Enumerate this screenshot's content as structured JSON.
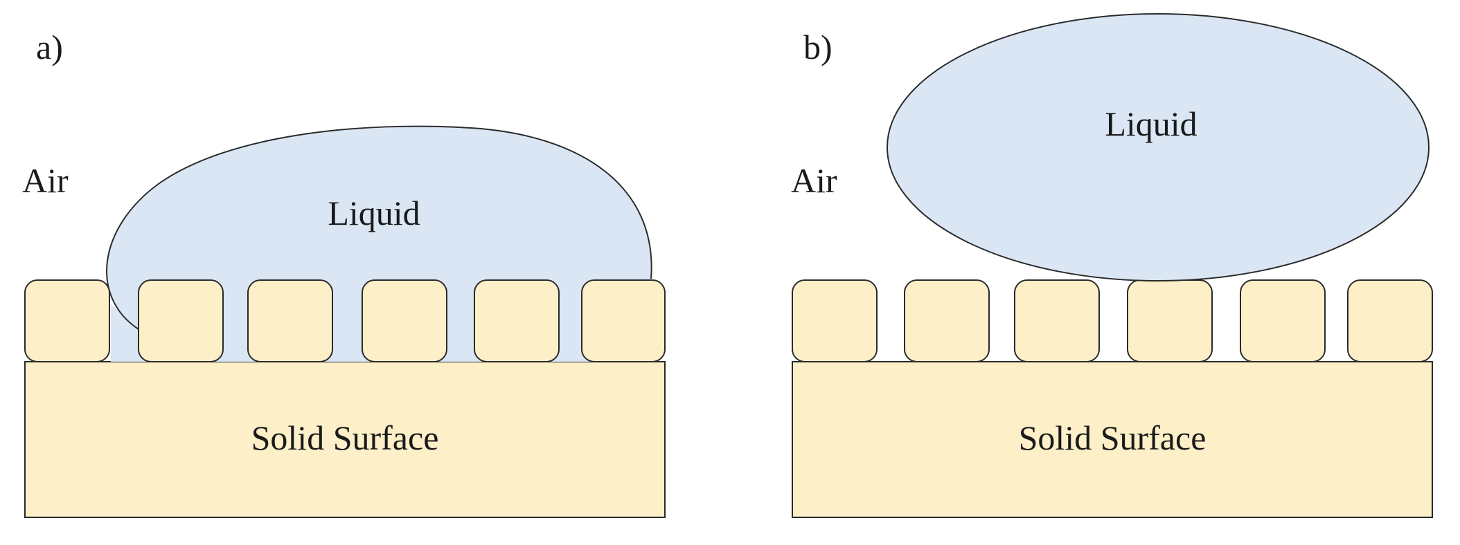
{
  "colors": {
    "liquid_fill": "#dae6f4",
    "solid_fill": "#fdefc8",
    "outline": "#2a2a2a",
    "text": "#1a1a1a"
  },
  "panels": [
    {
      "letter": "a)",
      "air_label": "Air",
      "liquid_label": "Liquid",
      "surface_label": "Solid Surface"
    },
    {
      "letter": "b)",
      "air_label": "Air",
      "liquid_label": "Liquid",
      "surface_label": "Solid Surface"
    }
  ]
}
